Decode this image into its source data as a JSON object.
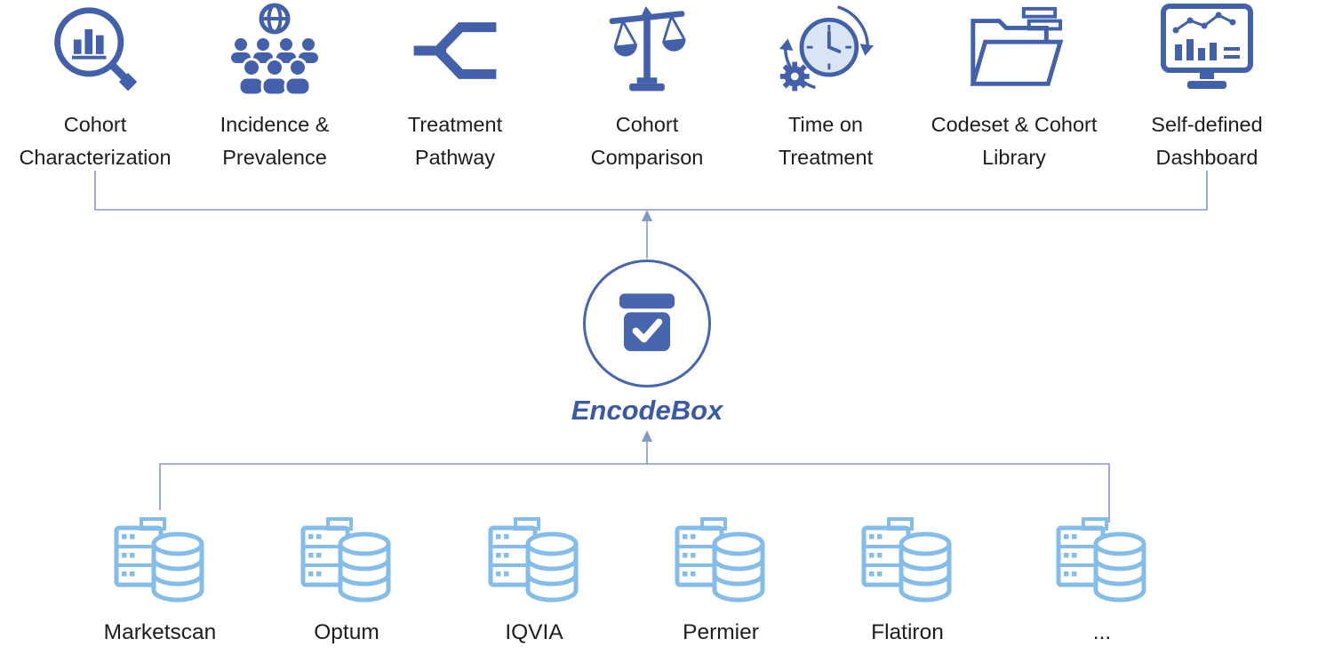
{
  "colors": {
    "app_icon_blue": "#4360AA",
    "hub_border_blue": "#4766AE",
    "hub_label_blue": "#3A5AA6",
    "datasource_light_blue": "#84BCEA",
    "connector_line": "#8598C7",
    "text": "#1d1d1d"
  },
  "applications": [
    {
      "label": "Cohort\nCharacterization",
      "icon": "magnifier-bar-chart-icon"
    },
    {
      "label": "Incidence &\nPrevalence",
      "icon": "globe-population-icon"
    },
    {
      "label": "Treatment\nPathway",
      "icon": "branching-pathway-icon"
    },
    {
      "label": "Cohort\nComparison",
      "icon": "balance-scale-icon"
    },
    {
      "label": "Time on\nTreatment",
      "icon": "clock-gear-icon"
    },
    {
      "label": "Codeset & Cohort\nLibrary",
      "icon": "folder-documents-icon"
    },
    {
      "label": "Self-defined\nDashboard",
      "icon": "dashboard-monitor-icon"
    }
  ],
  "hub": {
    "label": "EncodeBox",
    "icon": "checked-box-icon"
  },
  "datasources": [
    {
      "label": "Marketscan",
      "icon": "database-server-icon"
    },
    {
      "label": "Optum",
      "icon": "database-server-icon"
    },
    {
      "label": "IQVIA",
      "icon": "database-server-icon"
    },
    {
      "label": "Permier",
      "icon": "database-server-icon"
    },
    {
      "label": "Flatiron",
      "icon": "database-server-icon"
    },
    {
      "label": "...",
      "icon": "database-server-icon"
    }
  ]
}
